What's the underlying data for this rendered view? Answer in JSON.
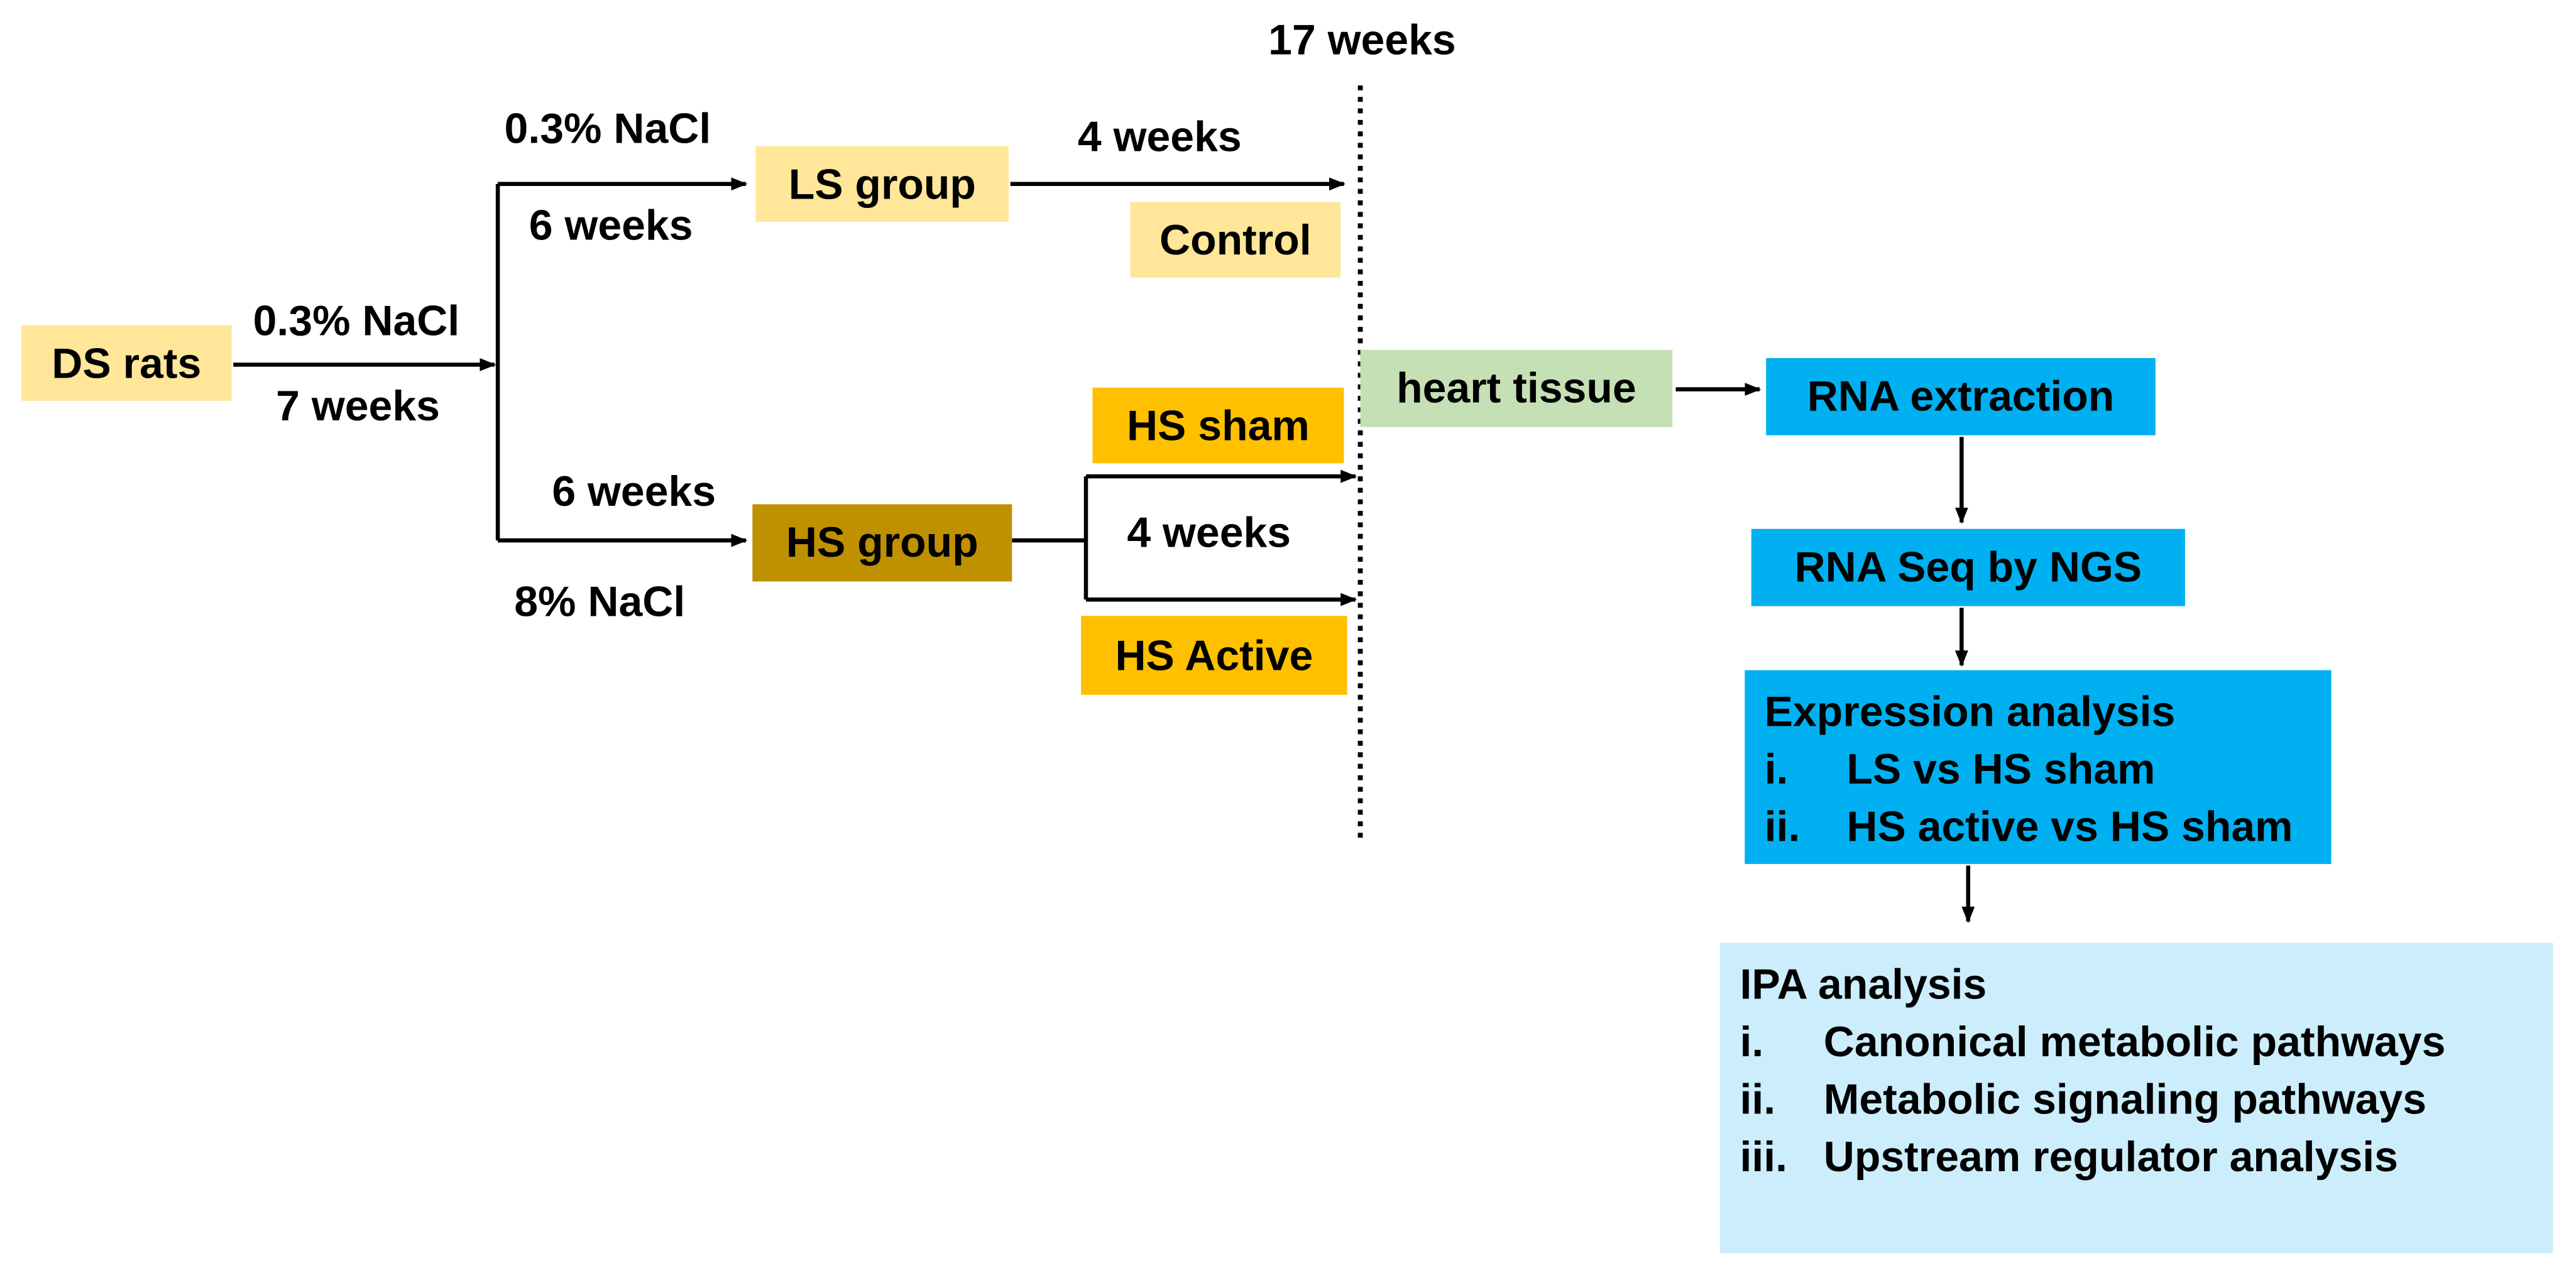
{
  "nodes": {
    "ds_rats": "DS rats",
    "ls_group": "LS group",
    "hs_group": "HS group",
    "control": "Control",
    "hs_sham": "HS sham",
    "hs_active": "HS Active",
    "heart_tissue": "heart tissue",
    "rna_extraction": "RNA extraction",
    "rna_seq": "RNA Seq by NGS"
  },
  "labels": {
    "ds_salt": "0.3%  NaCl",
    "ds_duration": "7 weeks",
    "ls_salt": "0.3%  NaCl",
    "ls_duration": "6 weeks",
    "hs_duration": "6 weeks",
    "hs_salt": "8%  NaCl",
    "control_duration": "4 weeks",
    "treatment_duration": "4 weeks",
    "timepoint": "17 weeks"
  },
  "expression_analysis": {
    "title": "Expression analysis",
    "items": [
      {
        "num": "i.",
        "text": "LS vs HS sham"
      },
      {
        "num": "ii.",
        "text": "HS active vs HS sham"
      }
    ]
  },
  "ipa_analysis": {
    "title": "IPA analysis",
    "items": [
      {
        "num": "i.",
        "text": "Canonical metabolic pathways"
      },
      {
        "num": "ii.",
        "text": "Metabolic signaling pathways"
      },
      {
        "num": "iii.",
        "text": "Upstream regulator analysis"
      }
    ]
  },
  "colors": {
    "light_yellow": "#ffe699",
    "orange": "#ffc000",
    "dark_gold": "#bf9000",
    "light_green": "#c5e0b4",
    "blue": "#00b0f0",
    "light_blue": "#cceefc"
  }
}
